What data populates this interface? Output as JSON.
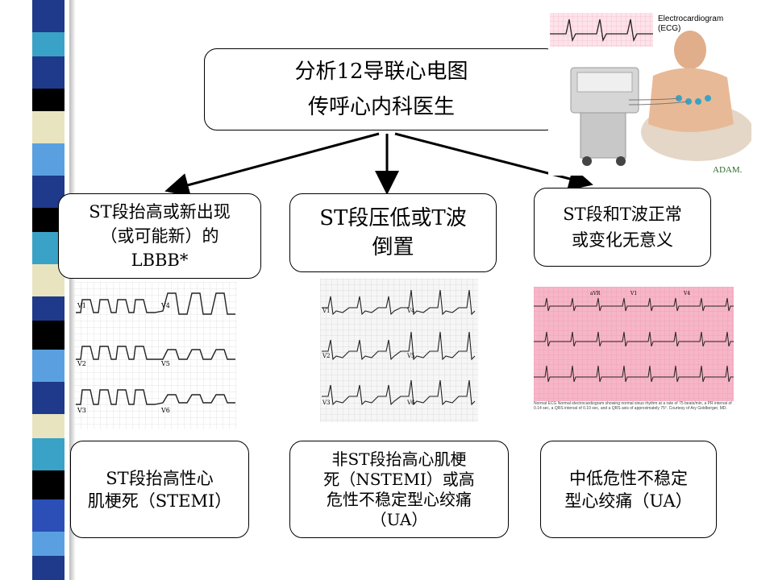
{
  "top_box": {
    "line1": "分析12导联心电图",
    "line2": "传呼心内科医生"
  },
  "categories": [
    {
      "lines": [
        "ST段抬高或新出现",
        "（或可能新）的",
        "LBBB*"
      ]
    },
    {
      "lines": [
        "ST段压低或T波",
        "倒置"
      ]
    },
    {
      "lines": [
        "ST段和T波正常",
        "或变化无意义"
      ]
    }
  ],
  "outcomes": [
    {
      "lines": [
        "ST段抬高性心",
        "肌梗死（STEMI）"
      ]
    },
    {
      "lines": [
        "非ST段抬高心肌梗",
        "死（NSTEMI）或高",
        "危性不稳定型心绞痛",
        "（UA）"
      ]
    },
    {
      "lines": [
        "中低危性不稳定",
        "型心绞痛（UA）"
      ]
    }
  ],
  "ecg_photo": {
    "title": "Electrocardiogram",
    "subtitle": "(ECG)",
    "brand": "ADAM."
  },
  "ecg_strips": {
    "stemi_leads": [
      "V1",
      "V4",
      "V2",
      "V5",
      "V3",
      "V6"
    ],
    "nstemi_leads": [
      "V1",
      "V4",
      "V2",
      "V5",
      "V3",
      "V6"
    ],
    "normal_leads": [
      "aVR",
      "V1",
      "V4"
    ],
    "normal_caption": "Normal ECG  Normal electrocardiogram showing normal sinus rhythm at a rate of 75 beats/min, a PR interval of 0.14 sec, a QRS interval of 0.10 sec, and a QRS axis of approximately 75°. Courtesy of Ary Goldberger, MD."
  },
  "colors": {
    "stripe": [
      "#1f3a8a",
      "#e6e2b0",
      "#3aa2c6",
      "#000000",
      "#ffffff",
      "#5aa0e0",
      "#2b4fb6",
      "#e8e4c0"
    ]
  }
}
